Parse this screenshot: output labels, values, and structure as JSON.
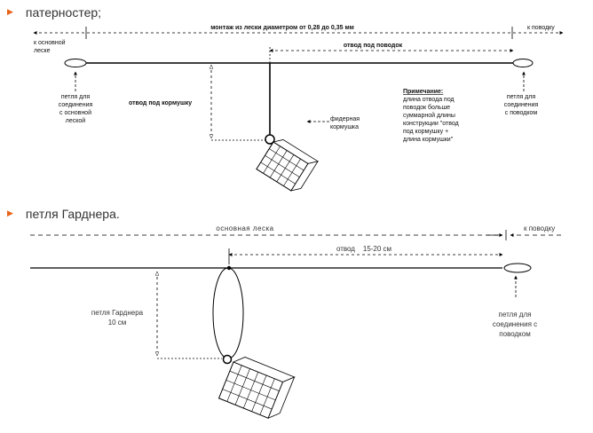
{
  "sections": [
    {
      "heading": "патерностер;",
      "labels": {
        "top_span": "монтаж из лески диаметром от 0,28 до 0,35 мм",
        "to_main_line": [
          "к основной",
          "леске"
        ],
        "to_leader": "к поводку",
        "leader_branch": "отвод под поводок",
        "feeder_branch": "отвод под кормушку",
        "feeder": [
          "фидерная",
          "кормушка"
        ],
        "left_loop": [
          "петля для",
          "соединения",
          "с основной",
          "леской"
        ],
        "right_loop": [
          "петля для",
          "соединения",
          "с поводком"
        ],
        "note_title": "Примечание:",
        "note_lines": [
          "длина отвода под",
          "поводок больше",
          "суммарной длины",
          "конструкции \"отвод",
          "под кормушку +",
          "длина кормушки\""
        ]
      }
    },
    {
      "heading": "петля Гарднера.",
      "labels": {
        "main_line": "основная леска",
        "to_leader": "к поводку",
        "branch": "отвод    15-20 см",
        "gardner_loop": [
          "петля Гарднера",
          "10 см"
        ],
        "leader_loop": [
          "петля для",
          "соединения с",
          "поводком"
        ]
      }
    }
  ],
  "icons": [
    "bullet-icon",
    "feeder-icon",
    "loop-icon",
    "arrow-icon"
  ],
  "colors": {
    "bullet": "#e8631a",
    "line": "#000000"
  }
}
